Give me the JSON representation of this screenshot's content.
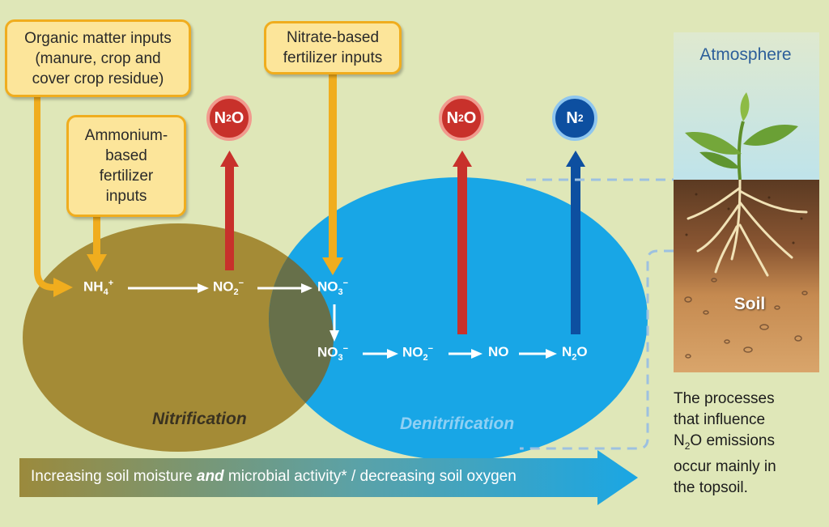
{
  "inputs": {
    "organic": "Organic matter inputs\n(manure, crop and\ncover crop residue)",
    "nitrate": "Nitrate-based\nfertilizer inputs",
    "ammonium": "Ammonium-\nbased\nfertilizer\ninputs"
  },
  "gases": [
    {
      "main": "N",
      "sub": "2",
      "tail": "O",
      "color": "#c8312b"
    },
    {
      "main": "N",
      "sub": "2",
      "tail": "O",
      "color": "#c8312b"
    },
    {
      "main": "N",
      "sub": "2",
      "tail": "",
      "color": "#0d4fa0"
    }
  ],
  "species": {
    "nh4": {
      "main": "NH",
      "sub": "4",
      "sup": "+"
    },
    "no2_nit": {
      "main": "NO",
      "sub": "2",
      "sup": "−"
    },
    "no3_top": {
      "main": "NO",
      "sub": "3",
      "sup": "−"
    },
    "no3_bottom": {
      "main": "NO",
      "sub": "3",
      "sup": "−"
    },
    "no2_den": {
      "main": "NO",
      "sub": "2",
      "sup": "−"
    },
    "no": {
      "main": "NO",
      "sub": "",
      "sup": ""
    },
    "n2o": {
      "main": "N",
      "sub": "2",
      "sup": "",
      "tail": "O"
    }
  },
  "zones": {
    "nitrification": "Nitrification",
    "denitrification": "Denitrification"
  },
  "soil_panel": {
    "atmosphere": "Atmosphere",
    "soil": "Soil"
  },
  "note": {
    "line1": "The processes",
    "line2": "that influence",
    "n2o_main": "N",
    "n2o_sub": "2",
    "line3_rest": "O emissions",
    "line4": "occur mainly in",
    "line5": "the topsoil."
  },
  "gradient_bar": {
    "before": "Increasing soil moisture ",
    "emphasis": "and",
    "after": " microbial activity* / decreasing soil oxygen"
  },
  "colors": {
    "background": "#dfe7b8",
    "nitrification": "#a48b36",
    "denitrification": "#18a6e6",
    "overlap": "#67704a",
    "input_box": "#fce59a",
    "input_border": "#f0ad1e",
    "n2o_arrow": "#c8312b",
    "n2_arrow": "#0d4fa0"
  }
}
